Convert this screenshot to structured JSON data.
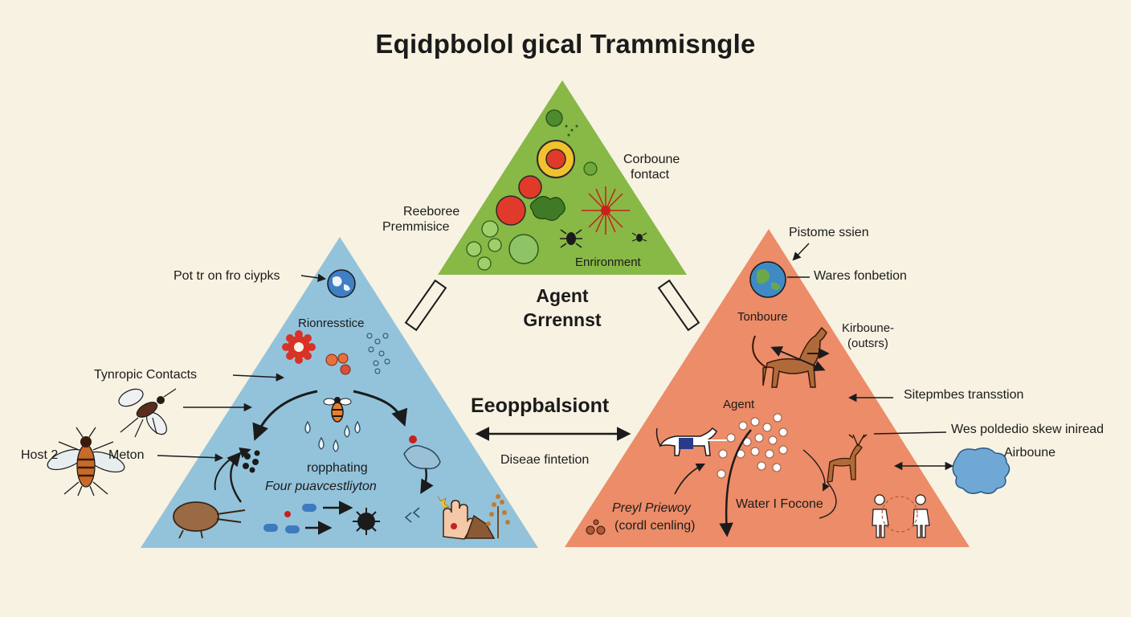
{
  "title": "Eqidpbolol gical Trammisngle",
  "top_triangle": {
    "label_corboune": "Corboune",
    "label_fontact": "fontact",
    "label_environment": "Enrironment",
    "color": "#88b846"
  },
  "left_triangle": {
    "label_rionresstice": "Rionresstice",
    "label_ropphating": "ropphating",
    "label_four": "Four puavcestliyton",
    "color": "#93c3db"
  },
  "right_triangle": {
    "label_tonboure": "Tonboure",
    "label_agent": "Agent",
    "label_water": "Water I Focone",
    "label_preyl": "Preyl Priewoy",
    "label_cordl": "(cordl cenling)",
    "color": "#ec8c68"
  },
  "side_labels": {
    "reeboree": "Reeboree",
    "premmisice": "Premmisice",
    "pot": "Pot tr on fro ciypks",
    "tynropic": "Tynropic Contacts",
    "host": "Host 2",
    "meton": "Meton",
    "agent_1": "Agent",
    "agent_2": "Grrennst",
    "eeopp": "Eeoppbalsiont",
    "disease": "Diseae fintetion",
    "pistome": "Pistome ssien",
    "wares": "Wares fonbetion",
    "kirboune": "Kirboune-",
    "outsrs": "(outsrs)",
    "sitepmbes": "Sitepmbes transstion",
    "wes": "Wes poldedio skew iniread",
    "airboune": "Airboune"
  },
  "colors": {
    "background": "#f7f2e2",
    "ink": "#1b1b1b",
    "red_virus": "#e03a2a",
    "dark_cell": "#2a2a2a",
    "globe_blue": "#3f7fc4"
  },
  "icons": [
    "virus-icon",
    "mosquito-icon",
    "fly-icon",
    "globe-icon",
    "deer-icon",
    "dog-icon",
    "hand-icon",
    "person-icon",
    "cloud-icon",
    "tree-icon",
    "droplet-icon",
    "tick-icon"
  ]
}
